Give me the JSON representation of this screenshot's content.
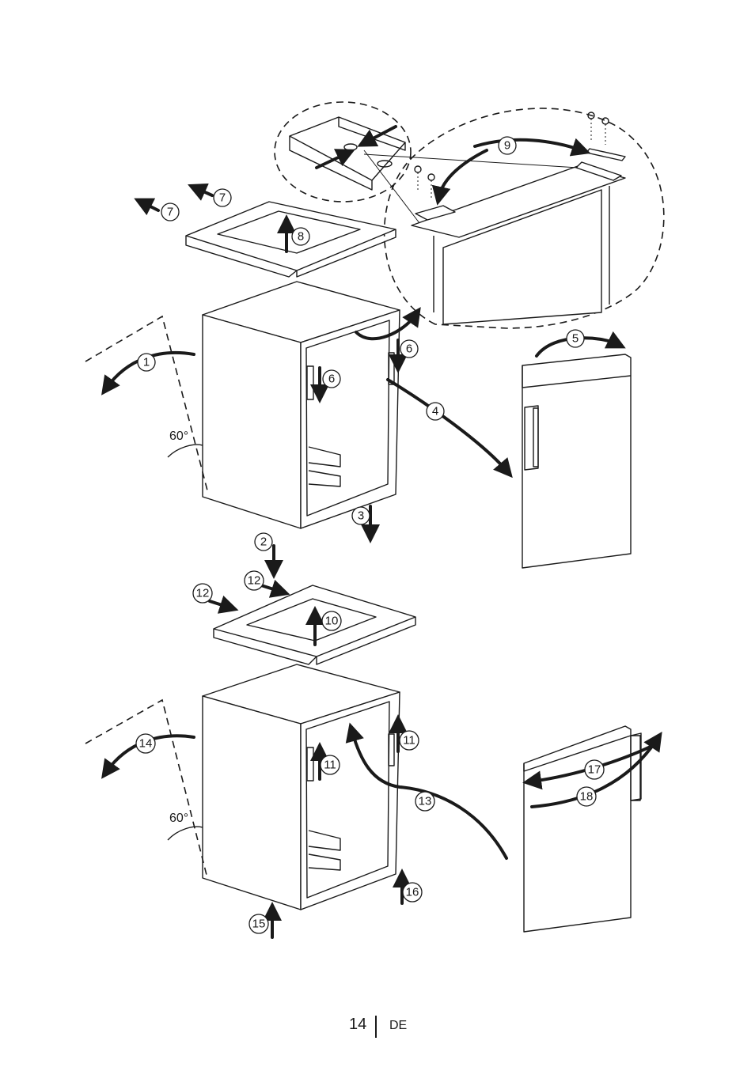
{
  "steps": {
    "s1": "1",
    "s2": "2",
    "s3": "3",
    "s4": "4",
    "s5": "5",
    "s6": "6",
    "s7": "7",
    "s8": "8",
    "s9": "9",
    "s10": "10",
    "s11": "11",
    "s12": "12",
    "s13": "13",
    "s14": "14",
    "s15": "15",
    "s16": "16",
    "s17": "17",
    "s18": "18"
  },
  "angles": {
    "top": "60°",
    "bottom": "60°"
  },
  "footer": {
    "page_number": "14",
    "language": "DE"
  }
}
